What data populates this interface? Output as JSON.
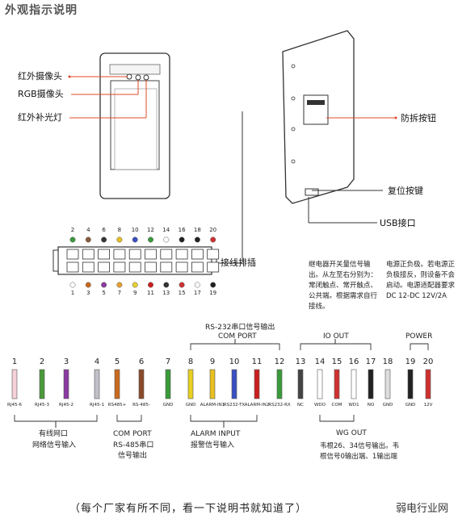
{
  "title": "外观指示说明",
  "front_labels": {
    "ir_camera": "红外摄像头",
    "rgb_camera": "RGB摄像头",
    "ir_light": "红外补光灯"
  },
  "back_labels": {
    "tamper": "防拆按钮",
    "reset": "复位按键",
    "usb": "USB接口"
  },
  "connector": {
    "label": "接线排插",
    "top_pins": [
      "2",
      "4",
      "6",
      "8",
      "10",
      "12",
      "14",
      "16",
      "18",
      "20"
    ],
    "bottom_pins": [
      "1",
      "3",
      "5",
      "7",
      "9",
      "11",
      "13",
      "15",
      "17",
      "19"
    ],
    "top_colors": [
      "#3a9a3a",
      "#8a5a3a",
      "#333333",
      "#e8c020",
      "#3a50c0",
      "#3a9a3a",
      "#ffffff",
      "#222222",
      "#222222",
      "#d03030"
    ],
    "bottom_colors": [
      "#ffffff",
      "#c86a20",
      "#8a3aa0",
      "#e8a030",
      "#e8d030",
      "#cc2020",
      "#333333",
      "#d03030",
      "#ffffff",
      "#222222"
    ]
  },
  "notes": {
    "relay": "继电器开关量信号输出。从左至右分别为：常闭触点、常开触点、公共端。根据需求自行接线。",
    "power": "电源正负极。若电源正负极接反，则设备不会启动。电源适配器要求DC 12-DC 12V/2A"
  },
  "groups": {
    "rs232_top": "RS-232串口信号输出",
    "com_port_top": "COM PORT",
    "io_out": "IO OUT",
    "power": "POWER",
    "wired_net": "有线网口",
    "wired_net_sub": "网络信号输入",
    "com_port_bottom": "COM PORT",
    "rs485": "RS-485串口",
    "rs485_sub": "信号输出",
    "alarm_input": "ALARM INPUT",
    "alarm_sub": "报警信号输入",
    "wg_out": "WG OUT",
    "wg_desc": "韦根26、34信号输出。韦根信号0输出端、1输出端"
  },
  "pins": [
    {
      "num": "1",
      "name": "RJ45-6",
      "color": "#f4d0d8"
    },
    {
      "num": "2",
      "name": "RJ45-3",
      "color": "#4a9a3a"
    },
    {
      "num": "3",
      "name": "RJ45-2",
      "color": "#8a3aa0"
    },
    {
      "num": "4",
      "name": "RJ45-1",
      "color": "#c0c0c8"
    },
    {
      "num": "5",
      "name": "RS485+",
      "color": "#c86a20"
    },
    {
      "num": "6",
      "name": "RS-485-",
      "color": "#8a4a2a"
    },
    {
      "num": "7",
      "name": "GND",
      "color": "#3a9a3a"
    },
    {
      "num": "8",
      "name": "GND",
      "color": "#e8d020"
    },
    {
      "num": "9",
      "name": "ALARM-IN1",
      "color": "#e8c020"
    },
    {
      "num": "10",
      "name": "RS232-TX",
      "color": "#3a50c0"
    },
    {
      "num": "11",
      "name": "ALARM-IN2",
      "color": "#cc2020"
    },
    {
      "num": "12",
      "name": "RS232-RX",
      "color": "#3a9a3a"
    },
    {
      "num": "13",
      "name": "NC",
      "color": "#444444"
    },
    {
      "num": "14",
      "name": "WDO",
      "color": "#ffffff"
    },
    {
      "num": "15",
      "name": "COM",
      "color": "#d03030"
    },
    {
      "num": "16",
      "name": "WD1",
      "color": "#ffffff"
    },
    {
      "num": "17",
      "name": "NO",
      "color": "#222222"
    },
    {
      "num": "18",
      "name": "GND",
      "color": "#dddddd"
    },
    {
      "num": "19",
      "name": "GND",
      "color": "#222222"
    },
    {
      "num": "20",
      "name": "12V",
      "color": "#d03030"
    }
  ],
  "footer": "（每个厂家有所不同，看一下说明书就知道了）",
  "brand": "弱电行业网"
}
